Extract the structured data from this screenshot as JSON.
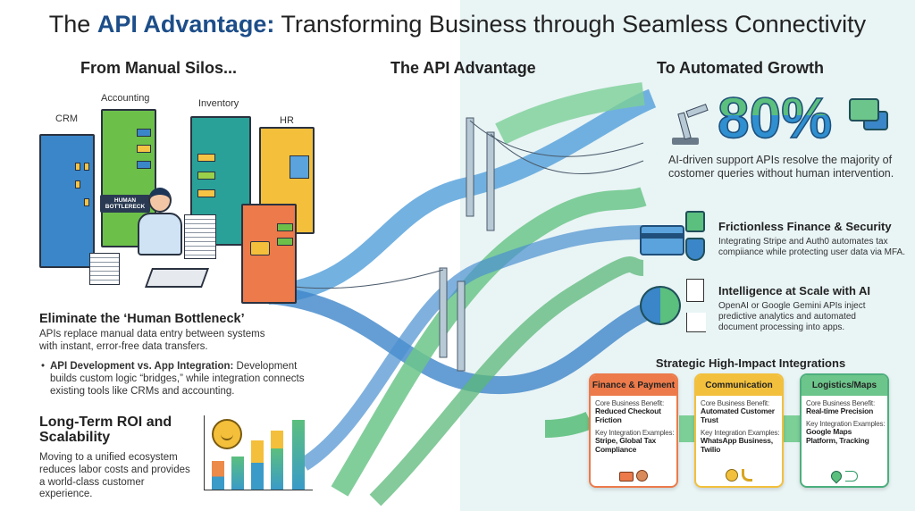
{
  "title": {
    "prefix": "The ",
    "highlight": "API Advantage:",
    "rest": " Transforming Business through Seamless Connectivity"
  },
  "sections": {
    "left": "From Manual Silos...",
    "center": "The API Advantage",
    "right": "To Automated Growth"
  },
  "silos": {
    "crm": "CRM",
    "accounting": "Accounting",
    "inventory": "Inventory",
    "hr": "HR",
    "bottleneck_tag": "HUMAN BOTTLERECK"
  },
  "bottleneck": {
    "heading": "Eliminate the ‘Human Bottleneck’",
    "body": "APIs replace manual data entry between systems with instant, error-free data transfers.",
    "bullet_bold": "API Development vs. App Integration:",
    "bullet_text": " Development builds custom logic “bridges,” while integration connects existing tools like CRMs and accounting."
  },
  "roi": {
    "heading": "Long-Term ROI and Scalability",
    "body": "Moving to a unified ecosystem reduces labor costs and provides a world-class customer experience.",
    "icon": "smiley-face-icon"
  },
  "stat": {
    "value": "80%",
    "body": "AI-driven support APIs resolve the majority of costomer queries without human intervention.",
    "icons": [
      "robot-arm-icon",
      "chat-bubbles-icon"
    ]
  },
  "features": [
    {
      "title": "Frictionless Finance & Security",
      "body": "Integrating Stripe and Auth0 automates tax compiiance while protecting user data via MFA.",
      "icons": [
        "credit-card-icon",
        "lock-icon",
        "shield-icon"
      ]
    },
    {
      "title": "Intelligence at Scale with AI",
      "body": "OpenAI or Google Gemini APIs inject predictive analytics and automated document processing into apps.",
      "icons": [
        "brain-icon",
        "document-icon",
        "chart-icon"
      ]
    }
  ],
  "integrations": {
    "heading": "Strategic High-Impact Integrations",
    "cards": [
      {
        "title": "Finance & Payment",
        "benefit_label": "Core Business Benefit:",
        "benefit": "Reduced Checkout Friction",
        "examples_label": "Key Integration Examples:",
        "examples": "Stripe, Global Tax Compliance",
        "color": "#ec7a4a",
        "icons": [
          "credit-card-icon",
          "globe-icon"
        ]
      },
      {
        "title": "Communication",
        "benefit_label": "Core Business Benefit:",
        "benefit": "Automated Customer Trust",
        "examples_label": "Key Integration Examples:",
        "examples": "WhatsApp Business, Twilio",
        "color": "#f2c03d",
        "icons": [
          "whatsapp-icon",
          "phone-icon"
        ]
      },
      {
        "title": "Logistics/Maps",
        "benefit_label": "Core Business Benefit:",
        "benefit": "Real-time Precision",
        "examples_label": "Key Integration Examples:",
        "examples": "Google Maps Platform, Tracking",
        "color": "#4caf7d",
        "icons": [
          "map-pin-icon",
          "route-icon"
        ]
      }
    ]
  },
  "colors": {
    "brand_blue": "#1d4e89",
    "blue": "#3a86c8",
    "green": "#5bbf7e",
    "orange": "#ec7a4a",
    "yellow": "#f2c03d",
    "right_bg": "#e9f4f5"
  }
}
